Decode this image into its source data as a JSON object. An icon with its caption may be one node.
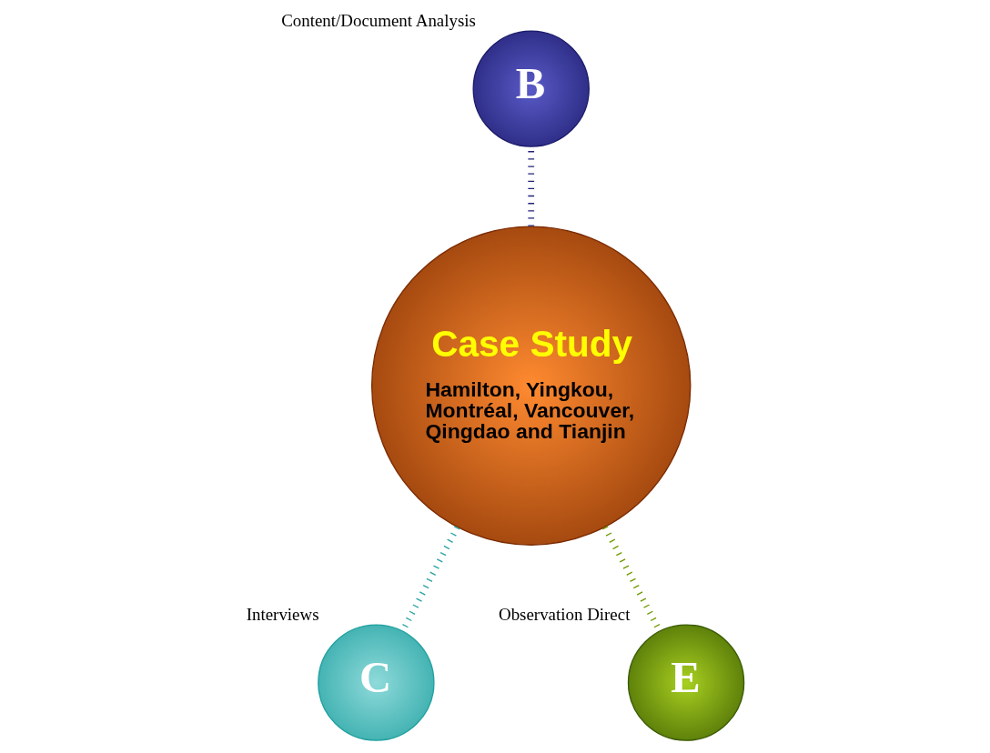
{
  "diagram": {
    "nodes": [
      {
        "text": [
          "B"
        ],
        "beside": [
          "Content/Document Analysis"
        ]
      },
      {
        "text": [
          "Case Study",
          "Hamilton, Yingkou, Montréal, Vancouver, Qingdao and Tianjin"
        ]
      },
      {
        "text": [
          "C"
        ],
        "beside": [
          "Interviews"
        ]
      },
      {
        "text": [
          "E"
        ],
        "beside": [
          "Observation Direct"
        ]
      }
    ],
    "edges": [
      {
        "from": 1,
        "to": 0,
        "arrow": "none",
        "style": "dashed",
        "color": "#23237a"
      },
      {
        "from": 1,
        "to": 2,
        "arrow": "none",
        "style": "dashed",
        "color": "#2aa3a3"
      },
      {
        "from": 1,
        "to": 3,
        "arrow": "none",
        "style": "dashed",
        "color": "#6f9a00"
      }
    ]
  }
}
